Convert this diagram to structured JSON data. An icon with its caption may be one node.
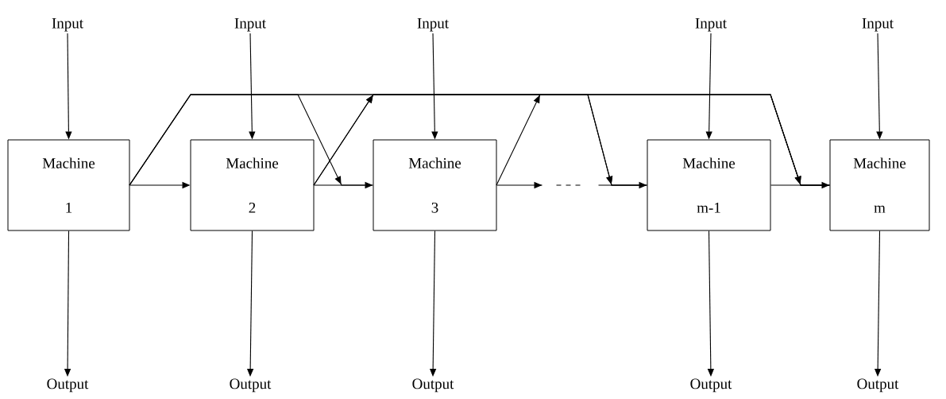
{
  "diagram": {
    "nodes": [
      {
        "text": [
          "Machine 1"
        ]
      },
      {
        "text": [
          "Machine 2"
        ]
      },
      {
        "text": [
          "Machine 3"
        ]
      },
      {
        "text": [
          "Machine m-1"
        ]
      },
      {
        "text": [
          "Machine m"
        ]
      },
      {
        "text": [
          "Input"
        ]
      },
      {
        "text": [
          "Input"
        ]
      },
      {
        "text": [
          "Input"
        ]
      },
      {
        "text": [
          "Input"
        ]
      },
      {
        "text": [
          "Input"
        ]
      },
      {
        "text": [
          "Output"
        ]
      },
      {
        "text": [
          "Output"
        ]
      },
      {
        "text": [
          "Output"
        ]
      },
      {
        "text": [
          "Output"
        ]
      },
      {
        "text": [
          "Output"
        ]
      }
    ],
    "edges": [
      {
        "from": 5,
        "to": 0,
        "arrow": "to"
      },
      {
        "from": 6,
        "to": 1,
        "arrow": "to"
      },
      {
        "from": 7,
        "to": 2,
        "arrow": "to"
      },
      {
        "from": 8,
        "to": 3,
        "arrow": "to"
      },
      {
        "from": 9,
        "to": 4,
        "arrow": "to"
      },
      {
        "from": 0,
        "to": 1,
        "arrow": "to"
      },
      {
        "from": 1,
        "to": 2,
        "arrow": "to"
      },
      {
        "from": 2,
        "to": 3,
        "arrow": "to",
        "style": "dashed"
      },
      {
        "from": 3,
        "to": 4,
        "arrow": "to"
      },
      {
        "from": 0,
        "to": 2,
        "arrow": "to"
      },
      {
        "from": 0,
        "to": 3,
        "arrow": "to"
      },
      {
        "from": 0,
        "to": 4,
        "arrow": "to"
      },
      {
        "from": 1,
        "to": 3,
        "arrow": "to"
      },
      {
        "from": 1,
        "to": 4,
        "arrow": "to"
      },
      {
        "from": 2,
        "to": 4,
        "arrow": "to"
      },
      {
        "from": 0,
        "to": 10,
        "arrow": "to"
      },
      {
        "from": 1,
        "to": 11,
        "arrow": "to"
      },
      {
        "from": 2,
        "to": 12,
        "arrow": "to"
      },
      {
        "from": 3,
        "to": 13,
        "arrow": "to"
      },
      {
        "from": 4,
        "to": 14,
        "arrow": "to"
      }
    ]
  }
}
